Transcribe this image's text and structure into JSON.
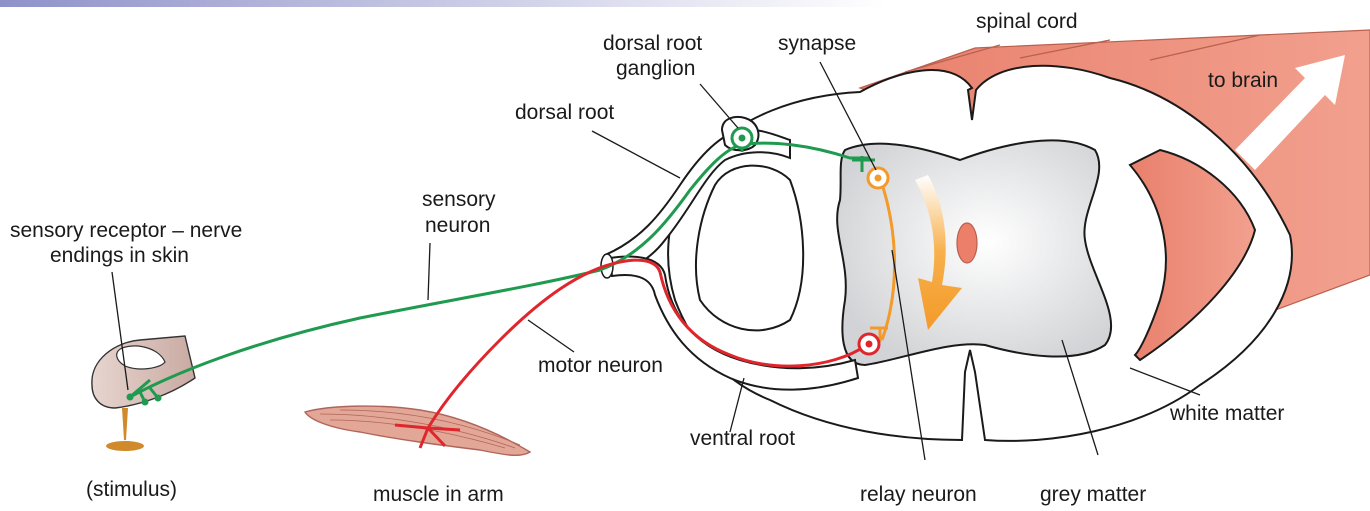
{
  "labels": {
    "spinal_cord": "spinal cord",
    "to_brain": "to brain",
    "dorsal_root_ganglion_line1": "dorsal root",
    "dorsal_root_ganglion_line2": "ganglion",
    "synapse": "synapse",
    "dorsal_root": "dorsal root",
    "sensory_neuron_line1": "sensory",
    "sensory_neuron_line2": "neuron",
    "sensory_receptor_line1": "sensory receptor – nerve",
    "sensory_receptor_line2": "endings in skin",
    "motor_neuron": "motor neuron",
    "ventral_root": "ventral root",
    "white_matter": "white matter",
    "stimulus": "(stimulus)",
    "muscle_in_arm": "muscle in arm",
    "relay_neuron": "relay neuron",
    "grey_matter": "grey matter"
  },
  "colors": {
    "sensory_neuron": "#1f9a4f",
    "relay_neuron": "#f39a2a",
    "motor_neuron": "#e0262d",
    "spinal_cord_tract": "#ec7f6a",
    "grey_matter": "#e2e2e4",
    "header_band": "#9d9fcf"
  }
}
